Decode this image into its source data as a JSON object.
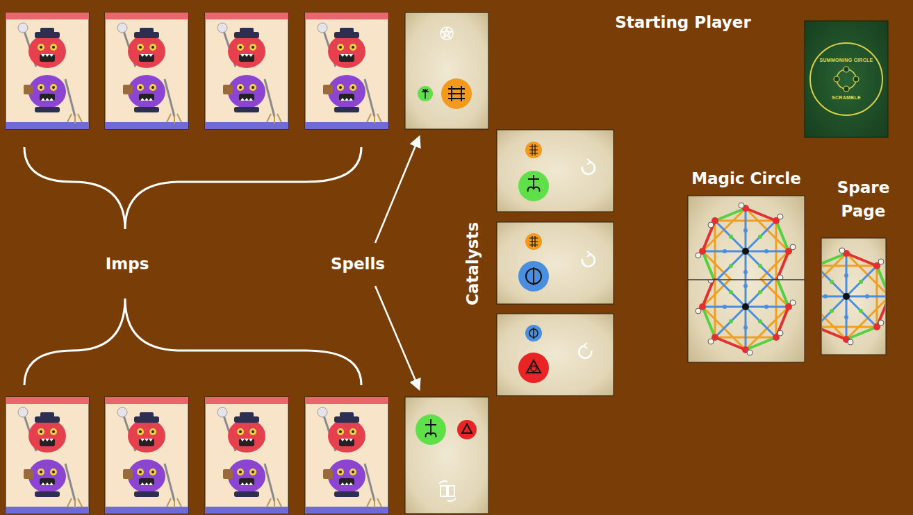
{
  "diagram": {
    "nodes": [
      {
        "text": [
          "SUMMONING CIRCLE",
          "SCRAMBLE"
        ]
      },
      {
        "text": [
          "Magic Circle"
        ]
      },
      {
        "text": [
          "Spare Page"
        ]
      }
    ],
    "labels": [
      "Starting Player",
      "Imps",
      "Spells",
      "Catalysts"
    ]
  }
}
